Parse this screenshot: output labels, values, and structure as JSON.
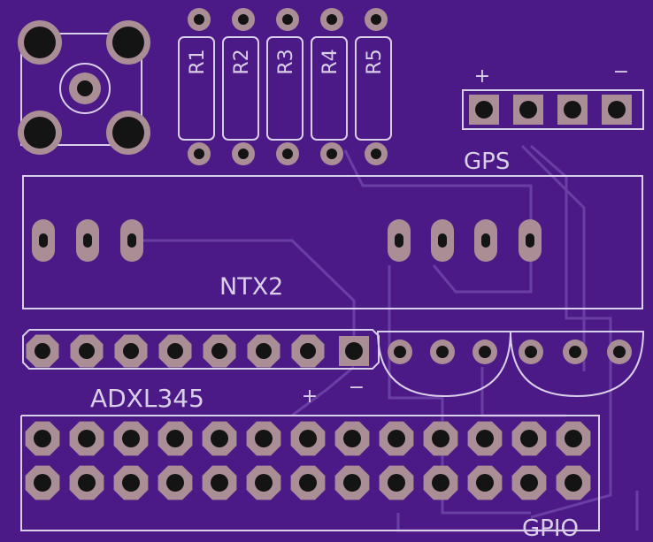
{
  "board": {
    "colors": {
      "background": "#4b1a87",
      "trace": "#6a3fa4",
      "silkscreen": "#d9cfe8",
      "pad": "#a98e96",
      "drill": "#141414"
    },
    "labels": {
      "r1": "R1",
      "r2": "R2",
      "r3": "R3",
      "r4": "R4",
      "r5": "R5",
      "gps": "GPS",
      "gps_plus": "+",
      "gps_minus": "−",
      "ntx2": "NTX2",
      "adxl345": "ADXL345",
      "adxl_plus": "+",
      "adxl_minus": "−",
      "gpio": "GPIO"
    }
  }
}
